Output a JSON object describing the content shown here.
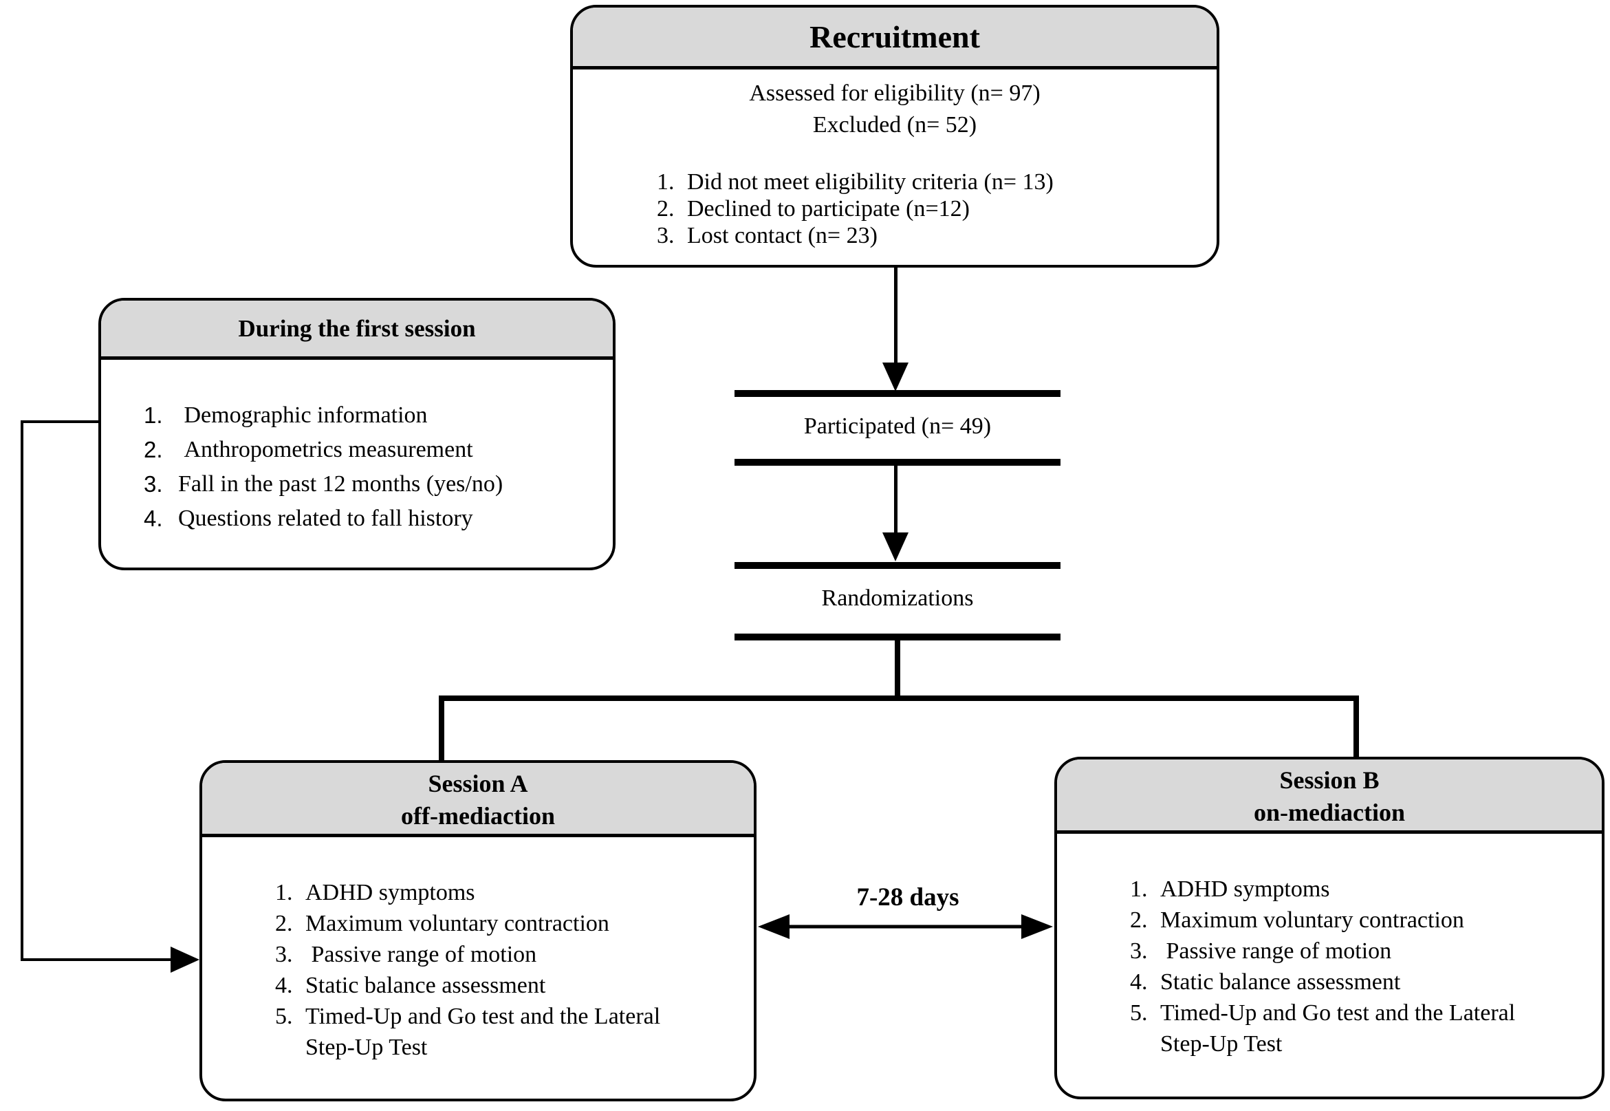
{
  "recruitment": {
    "title": "Recruitment",
    "line1": "Assessed for eligibility (n= 97)",
    "line2": "Excluded (n= 52)",
    "items": [
      {
        "num": "1.",
        "text": "Did not meet eligibility criteria (n= 13)"
      },
      {
        "num": "2.",
        "text": "Declined to participate (n=12)"
      },
      {
        "num": "3.",
        "text": "Lost contact (n= 23)"
      }
    ]
  },
  "first_session": {
    "title": "During the first session",
    "items": [
      {
        "num": "1.",
        "text": " Demographic information"
      },
      {
        "num": "2.",
        "text": " Anthropometrics measurement"
      },
      {
        "num": "3.",
        "text": "Fall in the past 12 months (yes/no)"
      },
      {
        "num": "4.",
        "text": "Questions related to fall history"
      }
    ]
  },
  "participated_label": "Participated (n= 49)",
  "randomizations_label": "Randomizations",
  "interval_label": "7-28 days",
  "session_a": {
    "title_line1": "Session A",
    "title_line2": "off-mediaction",
    "items": [
      {
        "num": "1.",
        "text": "ADHD symptoms"
      },
      {
        "num": "2.",
        "text": "Maximum voluntary contraction"
      },
      {
        "num": "3.",
        "text": " Passive range of motion"
      },
      {
        "num": "4.",
        "text": "Static balance assessment"
      },
      {
        "num": "5.",
        "text": "Timed-Up and Go test and the Lateral",
        "text2": "Step-Up Test"
      }
    ]
  },
  "session_b": {
    "title_line1": "Session B",
    "title_line2": "on-mediaction",
    "items": [
      {
        "num": "1.",
        "text": "ADHD symptoms"
      },
      {
        "num": "2.",
        "text": "Maximum voluntary contraction"
      },
      {
        "num": "3.",
        "text": " Passive range of motion"
      },
      {
        "num": "4.",
        "text": "Static balance assessment"
      },
      {
        "num": "5.",
        "text": "Timed-Up and Go test and the Lateral",
        "text2": "Step-Up Test"
      }
    ]
  },
  "colors": {
    "header_fill": "#d9d9d9",
    "line_color": "#000000",
    "background": "#ffffff"
  }
}
